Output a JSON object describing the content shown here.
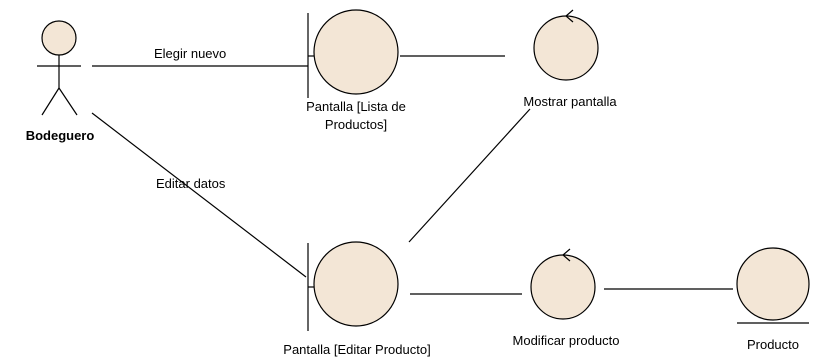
{
  "actor": {
    "name": "Bodeguero"
  },
  "boundaries": [
    {
      "id": "lista",
      "label_lines": [
        "Pantalla [Lista de",
        "Productos]"
      ]
    },
    {
      "id": "editar",
      "label_lines": [
        "Pantalla [Editar Producto]"
      ]
    }
  ],
  "controls": [
    {
      "id": "mostrar",
      "label": "Mostrar pantalla"
    },
    {
      "id": "modificar",
      "label": "Modificar producto"
    }
  ],
  "entities": [
    {
      "id": "producto",
      "label": "Producto"
    }
  ],
  "links": [
    {
      "from": "actor",
      "to": "lista",
      "label": "Elegir nuevo"
    },
    {
      "from": "actor",
      "to": "editar",
      "label": "Editar datos"
    },
    {
      "from": "lista",
      "to": "mostrar",
      "label": ""
    },
    {
      "from": "editar",
      "to": "mostrar",
      "label": ""
    },
    {
      "from": "editar",
      "to": "modificar",
      "label": ""
    },
    {
      "from": "modificar",
      "to": "producto",
      "label": ""
    }
  ],
  "colors": {
    "element_fill": "#f3e6d6",
    "line": "#000000",
    "background": "#ffffff"
  }
}
